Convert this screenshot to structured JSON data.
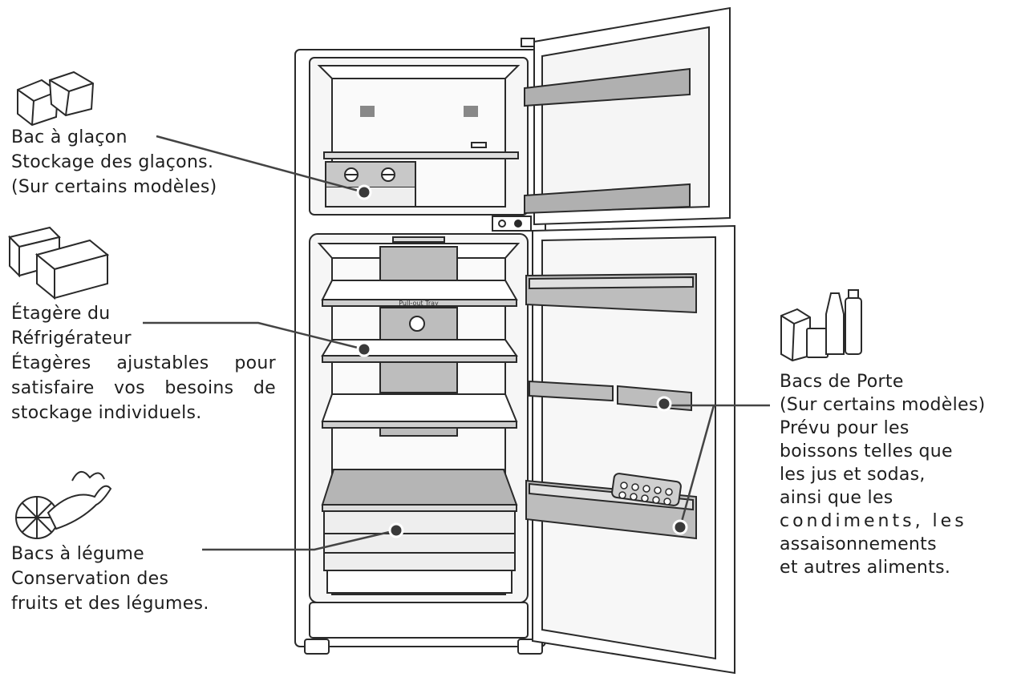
{
  "callouts": {
    "ice_tray": {
      "title": "Bac à glaçon",
      "lines": [
        "Stockage des glaçons.",
        "(Sur certains modèles)"
      ]
    },
    "fridge_shelf": {
      "lines": [
        "Étagère du",
        "Réfrigérateur",
        "Étagères ajustables pour",
        "satisfaire vos besoins de",
        "stockage individuels."
      ]
    },
    "crisper": {
      "title": "Bacs à légume",
      "lines": [
        "Conservation des",
        "fruits et des légumes."
      ]
    },
    "door_bins": {
      "title": "Bacs de Porte",
      "lines": [
        "(Sur certains modèles)",
        "Prévu pour les",
        "boissons telles que",
        "les jus et sodas,",
        "ainsi que les",
        "condiments, les",
        "assaisonnements",
        "et autres aliments."
      ]
    }
  },
  "fridge_text": {
    "tray_label": "Pull-out Tray"
  },
  "colors": {
    "line": "#2a2a2a",
    "shade": "#b9b9b9",
    "light_shade": "#dedede",
    "dot": "#3a3a3a"
  }
}
